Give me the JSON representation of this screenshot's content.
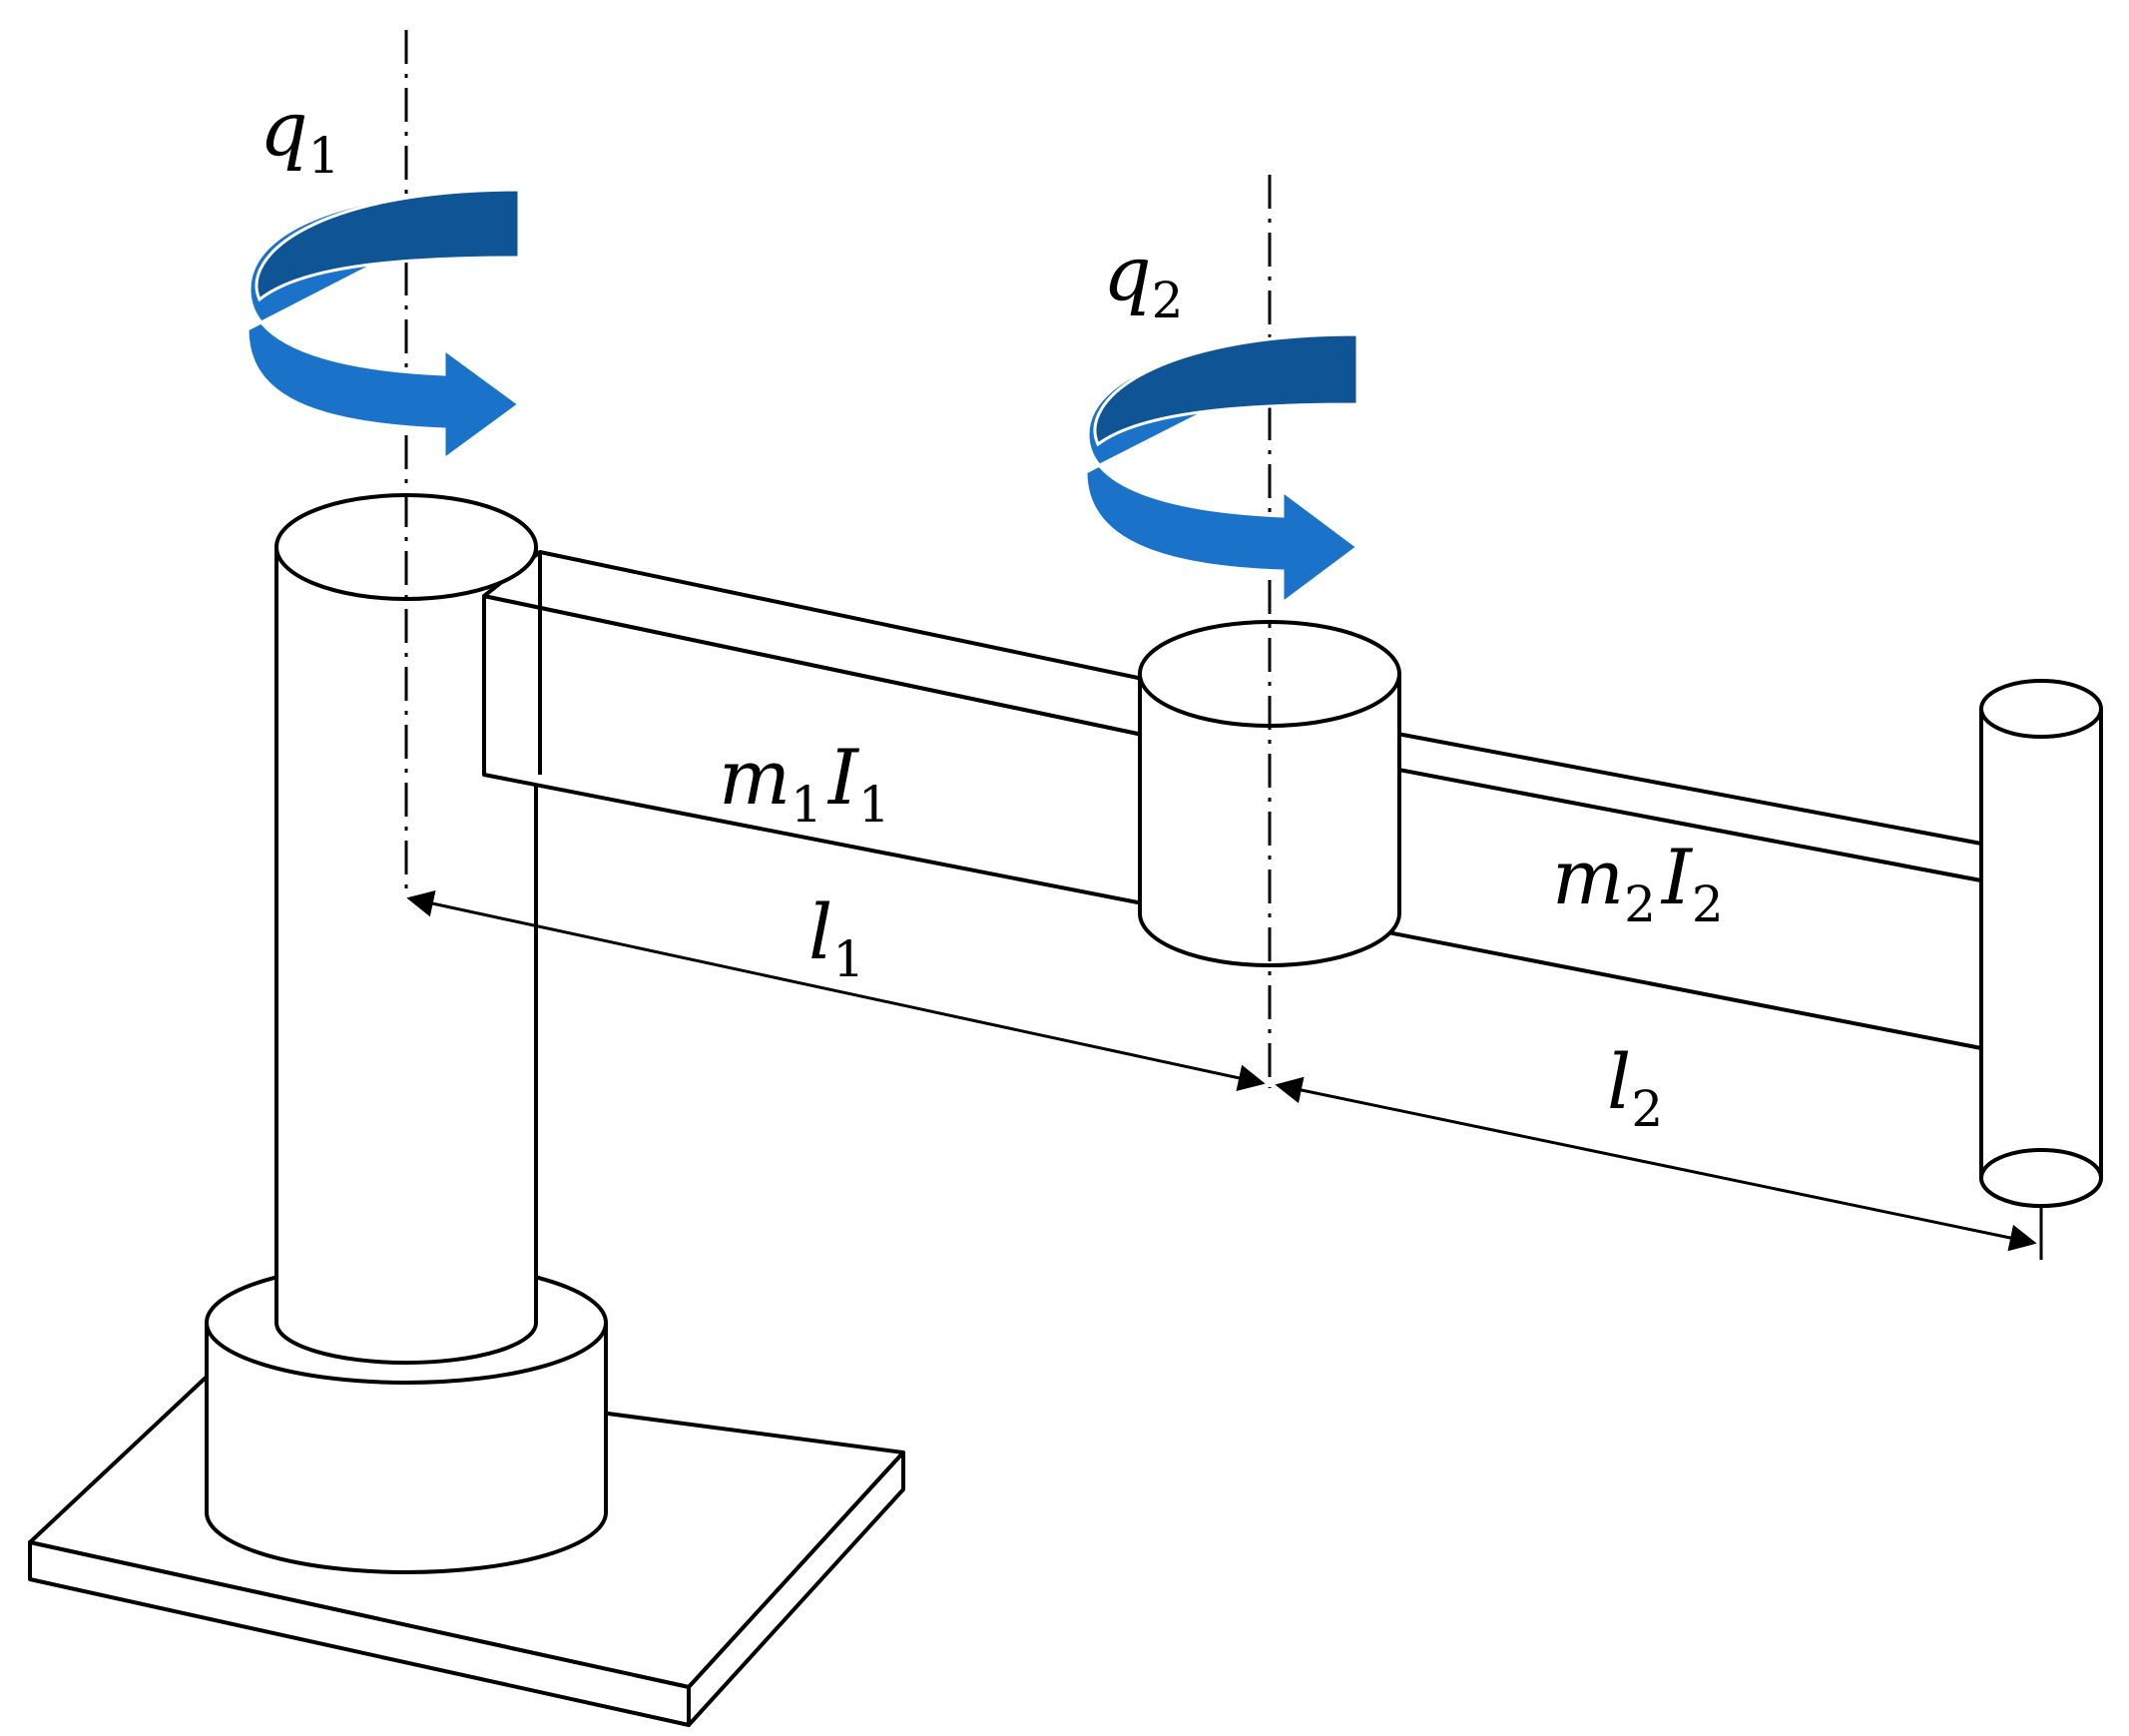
{
  "labels": {
    "q1": {
      "base": "q",
      "sub": "1"
    },
    "q2": {
      "base": "q",
      "sub": "2"
    },
    "link1": {
      "m": "m",
      "m_sub": "1",
      "I": "I",
      "I_sub": "1"
    },
    "link2": {
      "m": "m",
      "m_sub": "2",
      "I": "I",
      "I_sub": "2"
    },
    "l1": {
      "base": "l",
      "sub": "1"
    },
    "l2": {
      "base": "l",
      "sub": "2"
    }
  },
  "colors": {
    "arrow_light": "#1a73c9",
    "arrow_dark": "#0f5494",
    "stroke": "#000000",
    "background": "#ffffff"
  }
}
